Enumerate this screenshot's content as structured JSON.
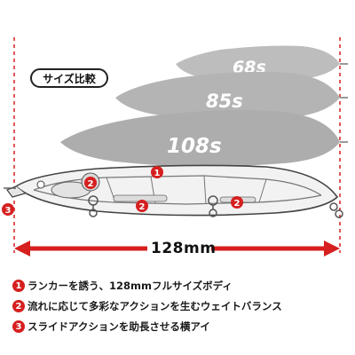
{
  "comparison_label": "サイズ比較",
  "size_variants": [
    {
      "label": "68s"
    },
    {
      "label": "85s"
    },
    {
      "label": "108s"
    }
  ],
  "callout_markers": [
    "1",
    "2",
    "2",
    "2",
    "3"
  ],
  "dimension": {
    "label": "128mm"
  },
  "notes": [
    {
      "num": "1",
      "text": "ランカーを誘う、128mmフルサイズボディ"
    },
    {
      "num": "2",
      "text": "流れに応じて多彩なアクションを生むウェイトバランス"
    },
    {
      "num": "3",
      "text": "スライドアクションを助長させる横アイ"
    }
  ],
  "colors": {
    "accent": "#d61f1f",
    "silhouette": "#b9b9b9",
    "outline": "#444444"
  }
}
